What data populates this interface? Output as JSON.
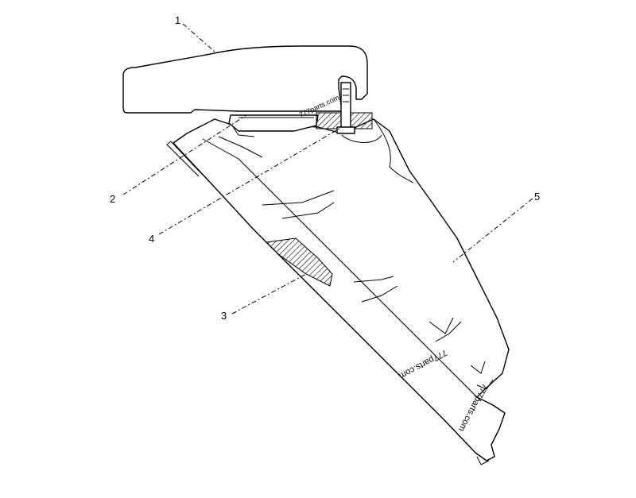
{
  "diagram": {
    "callouts": [
      {
        "id": "1",
        "label": "1"
      },
      {
        "id": "2",
        "label": "2"
      },
      {
        "id": "3",
        "label": "3"
      },
      {
        "id": "4",
        "label": "4"
      },
      {
        "id": "5",
        "label": "5"
      }
    ],
    "watermark": "777parts.com",
    "colors": {
      "line": "#000000",
      "background": "#ffffff",
      "hatch": "#000000"
    }
  }
}
